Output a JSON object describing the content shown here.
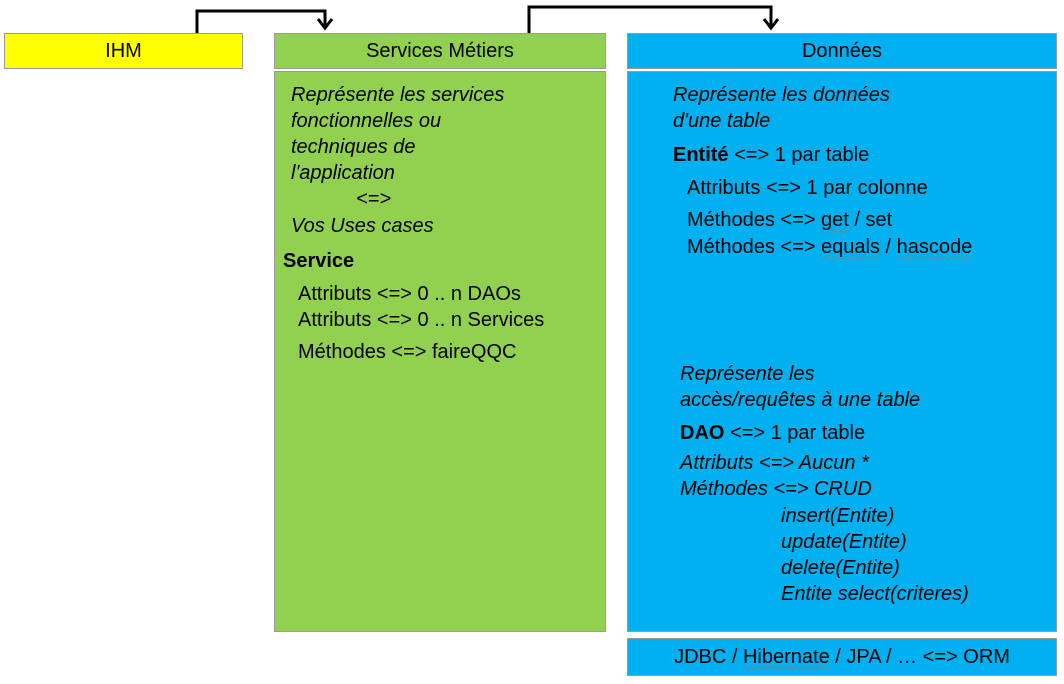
{
  "ihm": {
    "title": "IHM"
  },
  "services": {
    "title": "Services Métiers",
    "desc": [
      "Représente les services",
      "fonctionnelles ou",
      "techniques de",
      "l'application"
    ],
    "equiv": "<=>",
    "usecases": "Vos Uses cases",
    "service_label": "Service",
    "lines": [
      "Attributs <=> 0 .. n DAOs",
      "Attributs <=> 0 .. n Services",
      "Méthodes <=> faireQQC"
    ]
  },
  "donnees": {
    "title": "Données",
    "desc": [
      "Représente les données",
      "d'une table"
    ],
    "entite": {
      "name": "Entité",
      "rest": " <=> 1 par table"
    },
    "attr": "Attributs <=> 1 par colonne",
    "meth1": {
      "prefix": "Méthodes <=> ",
      "a": "get",
      "sep": " / set"
    },
    "meth2": {
      "prefix": "Méthodes <=> ",
      "a": "equals",
      "sep": " / ",
      "b": "hascode"
    },
    "dao_desc": [
      "Représente les",
      "accès/requêtes à une table"
    ],
    "dao": {
      "name": "DAO",
      "rest": " <=> 1 par table"
    },
    "dao_attr": "Attributs <=> Aucun *",
    "dao_meth": "Méthodes <=> CRUD",
    "crud": [
      "insert(Entite)",
      "update(Entite)",
      "delete(Entite)",
      "Entite select(criteres)"
    ]
  },
  "orm": {
    "prefix": "JDBC / ",
    "hibernate": "Hibernate",
    "rest": " / JPA / … <=> ORM"
  },
  "colors": {
    "ihm": "#ffff00",
    "services": "#92d050",
    "donnees": "#00b0f0"
  }
}
